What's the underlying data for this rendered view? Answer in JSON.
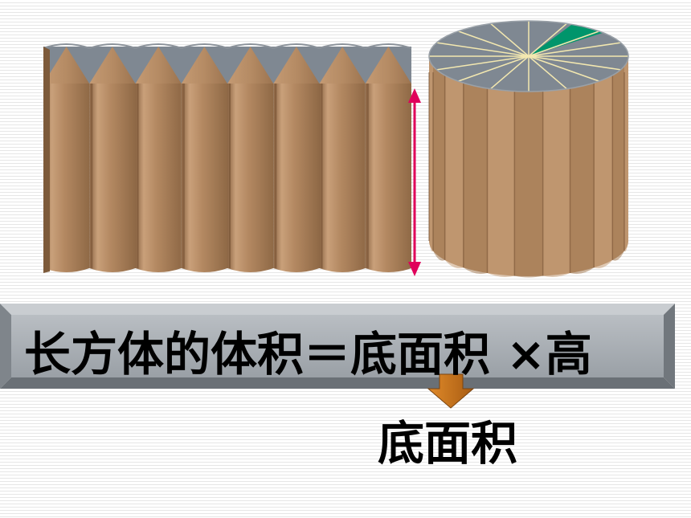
{
  "formula": {
    "text": "长方体的体积＝底面积 ×高"
  },
  "sub_label": {
    "text": "底面积"
  },
  "colors": {
    "wood": "#b48962",
    "wood_light": "#d4ad88",
    "wood_dark": "#8a6443",
    "slate": "#7f8892",
    "highlight_sector": "#00956b",
    "height_arrow": "#e0005a",
    "down_arrow": "#c8741a",
    "banner": "#a7adb3"
  },
  "cylinder": {
    "sectors": 16,
    "highlighted_sector": 1
  },
  "prism": {
    "columns": 8
  }
}
